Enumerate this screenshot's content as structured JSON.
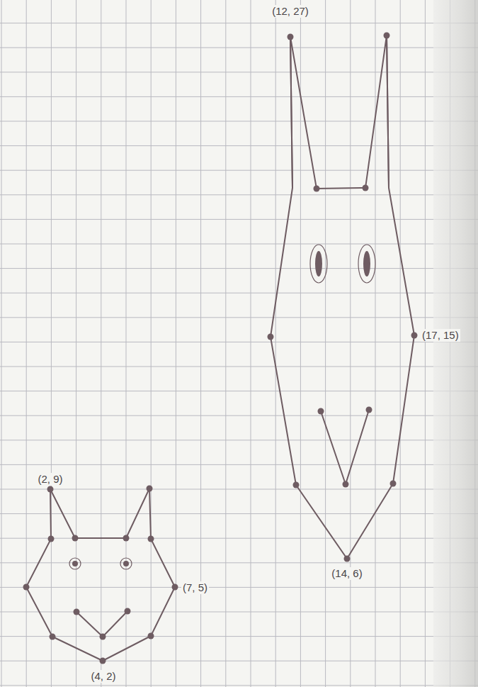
{
  "diagram": {
    "labels": [
      "(12, 27)",
      "(17, 15)",
      "(2, 9)",
      "(14, 6)",
      "(7, 5)",
      "(4, 2)"
    ]
  }
}
